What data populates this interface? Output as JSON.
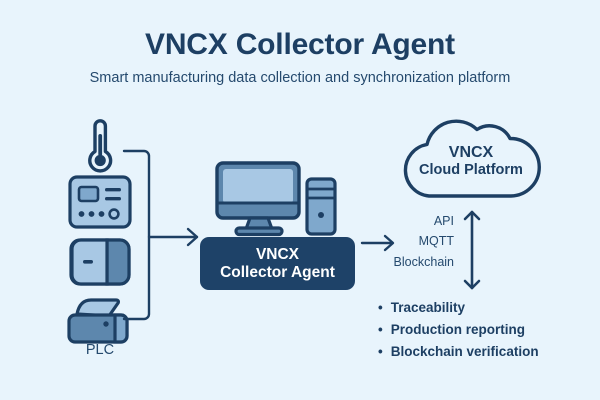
{
  "header": {
    "title": "VNCX Collector Agent",
    "subtitle": "Smart manufacturing data collection and synchronization platform"
  },
  "left": {
    "group_label": "PLC",
    "devices": [
      {
        "name": "thermometer-icon"
      },
      {
        "name": "plc-controller-icon"
      },
      {
        "name": "sensor-device-icon"
      },
      {
        "name": "industrial-printer-icon"
      }
    ]
  },
  "center": {
    "computer_icon": "desktop-computer-icon",
    "tower_icon": "computer-tower-icon",
    "agent_line1": "VNCX",
    "agent_line2": "Collector Agent"
  },
  "right": {
    "cloud_line1": "VNCX",
    "cloud_line2": "Cloud Platform",
    "protocols": [
      "API",
      "MQTT",
      "Blockchain"
    ],
    "capabilities": [
      "Traceability",
      "Production reporting",
      "Blockchain verification"
    ],
    "bullet_glyph": "•"
  },
  "colors": {
    "background": "#e8f4fc",
    "ink": "#1d3f63",
    "ink_soft": "#254a6e",
    "agent_box": "#1e4268",
    "device_light": "#a8c8e4",
    "device_mid": "#7fa8cc",
    "device_dark": "#5d87ad",
    "stroke": "#1d3f63",
    "white": "#ffffff"
  }
}
